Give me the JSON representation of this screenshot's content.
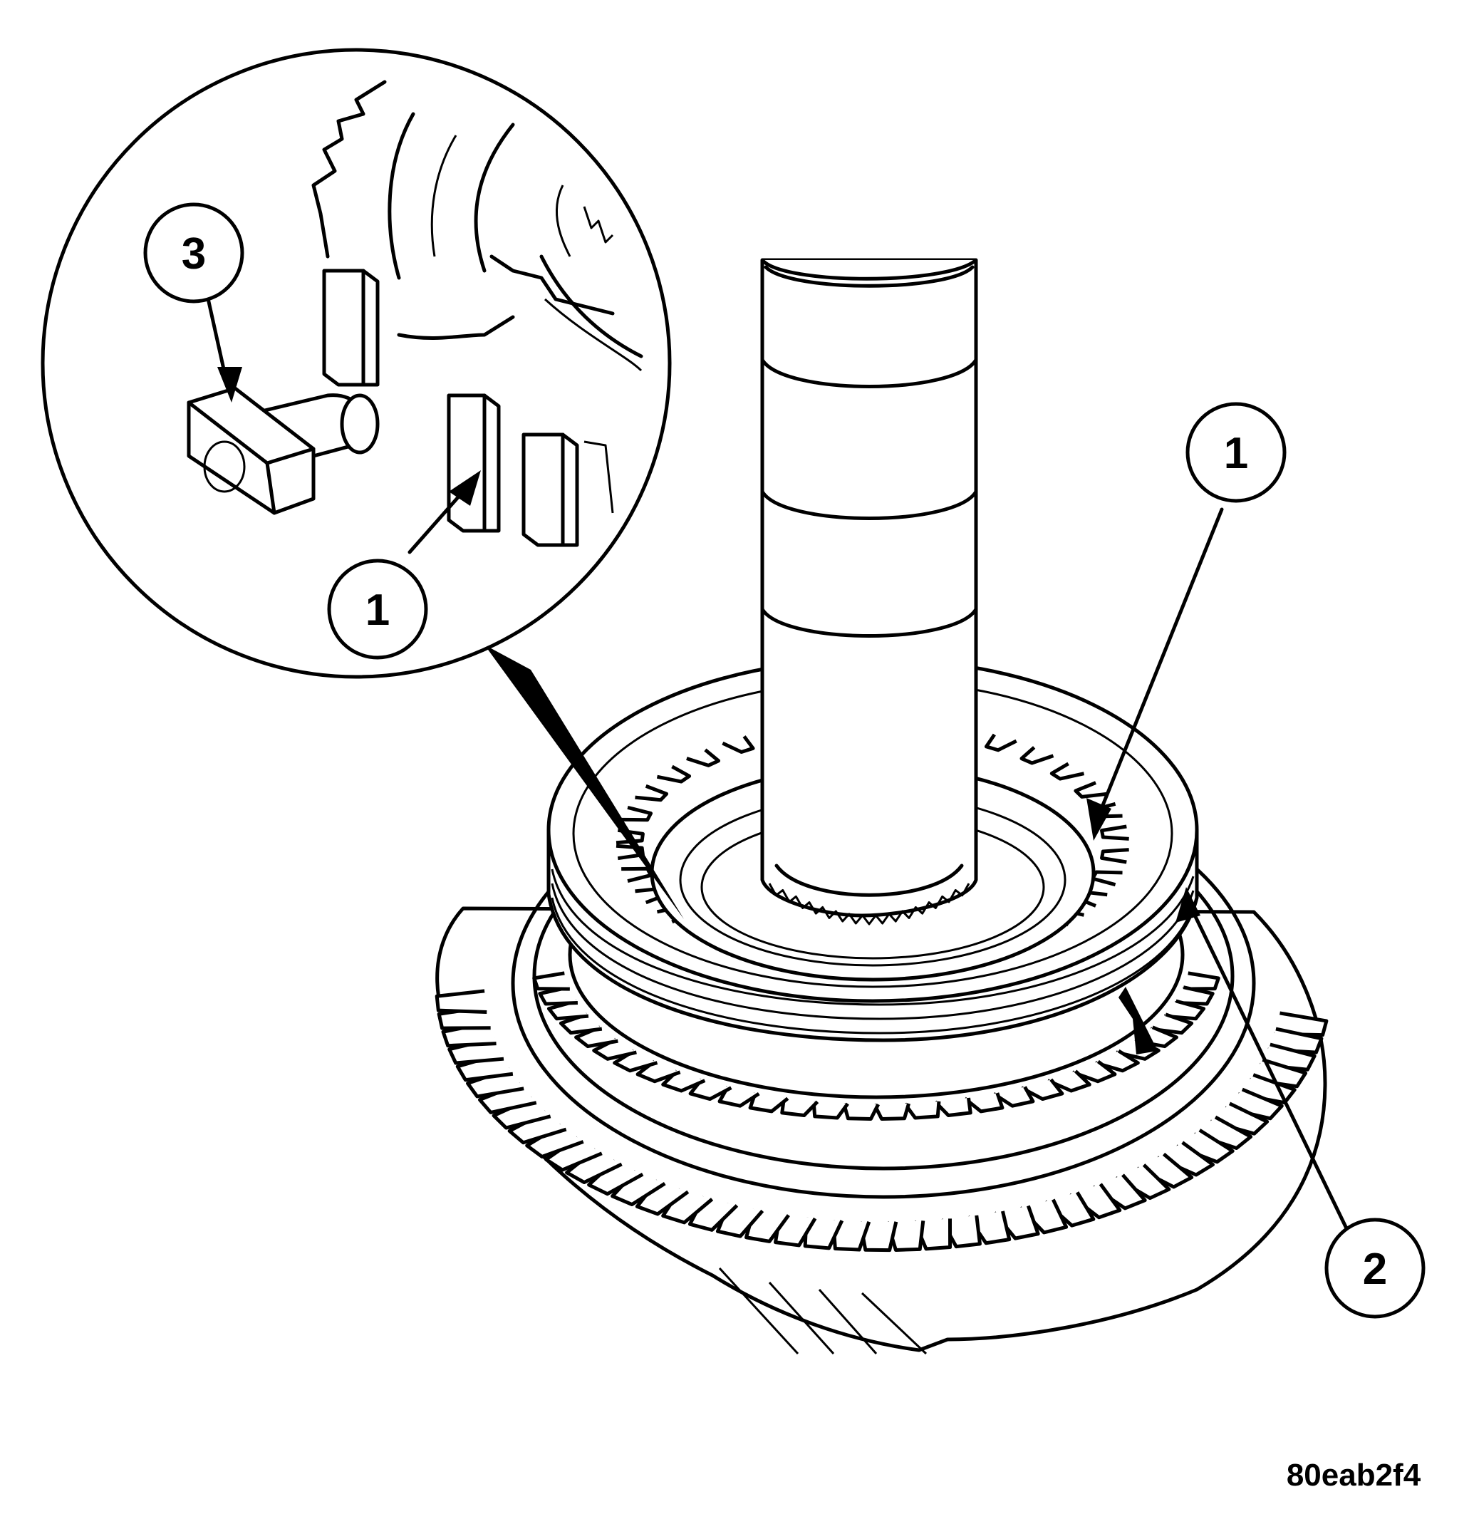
{
  "callouts": [
    {
      "id": "inset-1",
      "label": "1"
    },
    {
      "id": "inset-3",
      "label": "3"
    },
    {
      "id": "main-1",
      "label": "1"
    },
    {
      "id": "main-2",
      "label": "2"
    }
  ],
  "figure_id": "80eab2f4",
  "colors": {
    "ink": "#000000",
    "paper": "#ffffff"
  }
}
